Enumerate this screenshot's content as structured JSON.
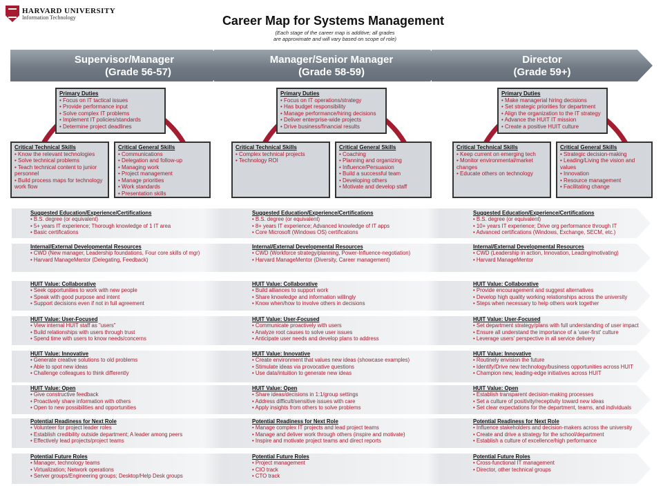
{
  "header": {
    "org": "HARVARD UNIVERSITY",
    "dept": "Information Technology",
    "title": "Career Map for Systems Management",
    "subtitle_1": "(Each stage of the career map is additive; all grades",
    "subtitle_2": "are approximate and will vary based on scope of role)"
  },
  "colors": {
    "accent": "#a51c30",
    "chevron": "#6f7882",
    "box": "#d3d6db"
  },
  "stages": [
    {
      "name": "Supervisor/Manager",
      "grade": "(Grade 56-57)",
      "primary": {
        "title": "Primary Duties",
        "items": [
          "Focus on IT tactical issues",
          "Provide performance input",
          "Solve complex IT problems",
          "Implement IT policies/standards",
          "Determine project deadlines"
        ]
      },
      "tech": {
        "title": "Critical Technical Skills",
        "items": [
          "Know the relevant technologies",
          "Solve technical problems",
          "Teach technical content to junior personnel",
          "Build process maps for technology work flow"
        ]
      },
      "general": {
        "title": "Critical General Skills",
        "items": [
          "Communications",
          "Delegation and follow-up",
          "Managing work",
          "Project management",
          "Manage priorities",
          "Work standards",
          "Presentation skills"
        ]
      },
      "sections": [
        {
          "title": "Suggested Education/Experience/Certifications",
          "items": [
            "B.S. degree (or equivalent)",
            "5+ years IT experience; Thorough knowledge of 1 IT area",
            "Basic certifications"
          ]
        },
        {
          "title": "Internal/External Developmental Resources",
          "items": [
            "CWD (New manager, Leadership foundations,  Four core skills of mgr)",
            "Harvard ManageMentor (Delegating, Feedback)"
          ]
        },
        {
          "title": "HUIT Value: Collaborative",
          "items": [
            "Seek opportunities to work with new people",
            "Speak with good purpose and intent",
            "Support decisions even if not in full agreement"
          ]
        },
        {
          "title": "HUIT Value: User-Focused",
          "items": [
            "View internal HUIT staff as \"users\"",
            "Build relationships with users through trust",
            "Spend time with users to know needs/concerns"
          ]
        },
        {
          "title": "HUIT Value: Innovative",
          "items": [
            "Generate creative solutions to old problems",
            "Able to spot new ideas",
            "Challenge colleagues to think differently"
          ]
        },
        {
          "title": "HUIT Value: Open",
          "items": [
            "Give constructive feedback",
            "Proactively share information with others",
            "Open to new possibilities and opportunities"
          ]
        },
        {
          "title": "Potential Readiness for Next Role",
          "items": [
            "Volunteer for project leader roles",
            "Establish credibility outside department; A leader among peers",
            "Effectively lead projects/project teams"
          ]
        },
        {
          "title": "Potential Future Roles",
          "items": [
            "Manager, technology teams",
            "Virtualization; Network operations",
            "Server groups/Engineering groups; Desktop/Help Desk groups"
          ]
        }
      ]
    },
    {
      "name": "Manager/Senior Manager",
      "grade": "(Grade 58-59)",
      "primary": {
        "title": "Primary Duties",
        "items": [
          "Focus on IT operations/strategy",
          "Has budget responsibility",
          "Manage performance/hiring decisions",
          "Deliver enterprise-wide projects",
          "Drive business/financial results"
        ]
      },
      "tech": {
        "title": "Critical Technical Skills",
        "items": [
          "Complex technical projects",
          "Technology ROI"
        ]
      },
      "general": {
        "title": "Critical General Skills",
        "items": [
          "Coaching",
          "Planning and organizing",
          "Influence/Persuasion",
          "Build a successful team",
          "Developing others",
          "Motivate and develop staff"
        ]
      },
      "sections": [
        {
          "title": "Suggested Education/Experience/Certifications",
          "items": [
            "B.S. degree (or equivalent)",
            "8+ years IT experience; Advanced knowledge of IT apps",
            "Core Microsoft (Windows OS) certifications"
          ]
        },
        {
          "title": "Internal/External Developmental Resources",
          "items": [
            "CWD (Workforce strategy/planning, Power-Influence-negotiation)",
            "Harvard ManageMentor (Diversity, Career management)"
          ]
        },
        {
          "title": "HUIT Value: Collaborative",
          "items": [
            "Build alliances to support work",
            "Share knowledge and information willingly",
            "Know when/how to involve others in decisions"
          ]
        },
        {
          "title": "HUIT Value: User-Focused",
          "items": [
            "Communicate proactively with users",
            "Analyze root causes to solve user issues",
            "Anticipate user needs and develop plans to address"
          ]
        },
        {
          "title": "HUIT Value: Innovative",
          "items": [
            "Create environment that values new ideas (showcase examples)",
            "Stimulate ideas via provocative questions",
            "Use data/intuition to generate new ideas"
          ]
        },
        {
          "title": "HUIT Value: Open",
          "items": [
            "Share ideas/decisions in 1:1/group settings",
            "Address difficult/sensitive issues with care",
            "Apply insights from others to solve problems"
          ]
        },
        {
          "title": "Potential Readiness for Next Role",
          "items": [
            "Manage complex IT projects and lead project teams",
            "Manage and deliver work through others (inspire and motivate)",
            "Inspire and motivate project teams and direct reports"
          ]
        },
        {
          "title": "Potential Future Roles",
          "items": [
            "Project management",
            "CIO track",
            "CTO track"
          ]
        }
      ]
    },
    {
      "name": "Director",
      "grade": "(Grade 59+)",
      "primary": {
        "title": "Primary Duties",
        "items": [
          "Make managerial hiring decisions",
          "Set strategic priorities for department",
          "Align the organization to the IT strategy",
          "Advance the HUIT IT mission",
          "Create a positive HUIT culture"
        ]
      },
      "tech": {
        "title": "Critical Technical Skills",
        "items": [
          "Keep current on emerging tech",
          "Monitor environmental/market changes",
          "Educate others on technology"
        ]
      },
      "general": {
        "title": "Critical General Skills",
        "items": [
          "Strategic decision-making",
          "Leading/Living the vision and values",
          "Innovation",
          "Resource management",
          "Facilitating change"
        ]
      },
      "sections": [
        {
          "title": "Suggested Education/Experience/Certifications",
          "items": [
            "B.S. degree (or equivalent)",
            "10+ years IT experience; Drive org performance through IT",
            "Advanced certifications (Windows, Exchange, SECM, etc.)"
          ]
        },
        {
          "title": "Internal/External Developmental Resources",
          "items": [
            "CWD (Leadership in action, Innovation, Leading/motivating)",
            "Harvard ManageMentor"
          ]
        },
        {
          "title": "HUIT Value: Collaborative",
          "items": [
            "Provide encouragement and suggest alternatives",
            "Develop high quality working relationships across the university",
            "Steps when necessary to help others work together"
          ]
        },
        {
          "title": "HUIT Value: User-Focused",
          "items": [
            "Set department strategy/plans with full understanding of user impact",
            "Ensure all understand the importance of a 'user-first' culture",
            "Leverage users' perspective in all service delivery"
          ]
        },
        {
          "title": "HUIT Value: Innovative",
          "items": [
            "Routinely envision the future",
            "Identify/Drive new technology/business opportunities across HUIT",
            "Champion new, leading-edge initiatives across HUIT"
          ]
        },
        {
          "title": "HUIT Value: Open",
          "items": [
            "Establish transparent decision-making processes",
            "Set a culture of positivity/receptivity toward new ideas",
            "Set clear expectations for the department, teams, and individuals"
          ]
        },
        {
          "title": "Potential Readiness for Next Role",
          "items": [
            "Influence stakeholders and decision-makers across the university",
            "Create and drive a strategy for the school/department",
            "Establish a culture of excellence/high performance"
          ]
        },
        {
          "title": "Potential Future Roles",
          "items": [
            "Cross-functional IT management",
            "Director, other technical groups"
          ]
        }
      ]
    }
  ]
}
